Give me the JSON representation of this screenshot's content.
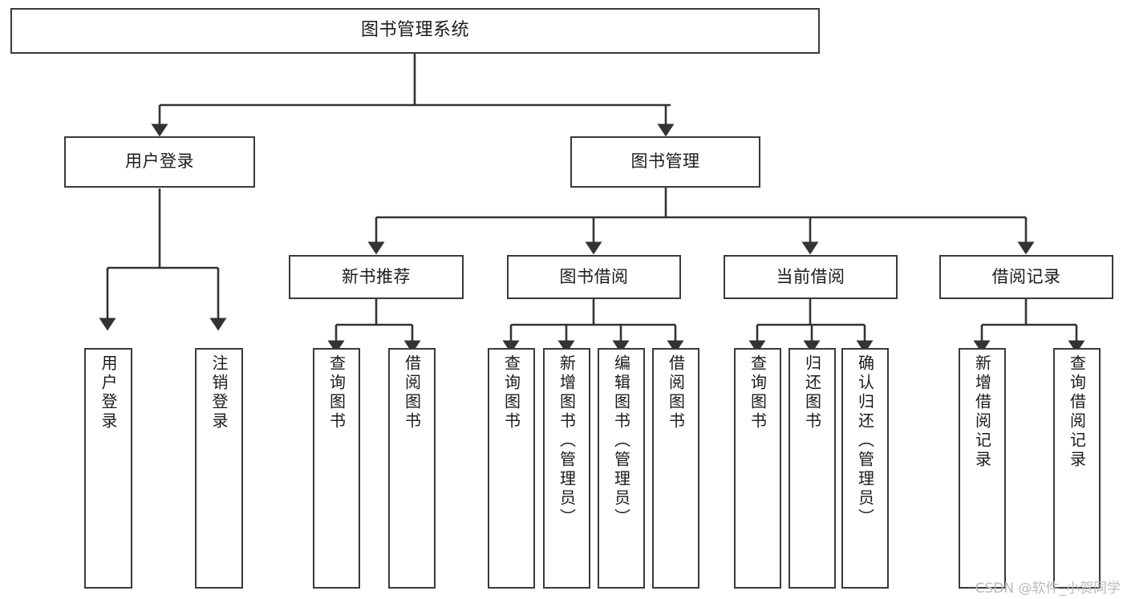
{
  "diagram": {
    "type": "tree-hierarchy-chart",
    "title": "图书管理系统",
    "colors": {
      "box_border": "#3a3a3a",
      "box_fill": "#ffffff",
      "edge": "#333333",
      "text": "#1b1b1b",
      "watermark": "#b9b9b9"
    },
    "root": {
      "label": "图书管理系统"
    },
    "level2": [
      {
        "label": "用户登录"
      },
      {
        "label": "图书管理"
      }
    ],
    "level3": [
      {
        "label": "新书推荐"
      },
      {
        "label": "图书借阅"
      },
      {
        "label": "当前借阅"
      },
      {
        "label": "借阅记录"
      }
    ],
    "leaves": {
      "user_login": [
        {
          "label": "用户登录"
        },
        {
          "label": "注销登录"
        }
      ],
      "new_book_recommend": [
        {
          "label": "查询图书"
        },
        {
          "label": "借阅图书"
        }
      ],
      "book_borrow": [
        {
          "label": "查询图书"
        },
        {
          "label": "新增图书（管理员）"
        },
        {
          "label": "编辑图书（管理员）"
        },
        {
          "label": "借阅图书"
        }
      ],
      "current_borrow": [
        {
          "label": "查询图书"
        },
        {
          "label": "归还图书"
        },
        {
          "label": "确认归还（管理员）"
        }
      ],
      "borrow_records": [
        {
          "label": "新增借阅记录"
        },
        {
          "label": "查询借阅记录"
        }
      ]
    },
    "watermark": "CSDN @软件_小贺同学"
  }
}
